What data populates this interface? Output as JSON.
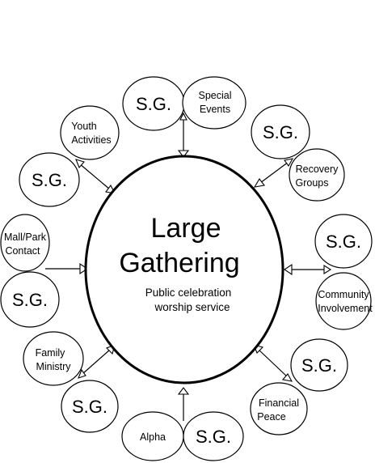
{
  "center": {
    "title_line1": "Large",
    "title_line2": "Gathering",
    "subtitle_line1": "Public celebration",
    "subtitle_line2": "worship service"
  },
  "small_group_label": "S.G.",
  "ministries": {
    "special_events": [
      "Special",
      "Events"
    ],
    "recovery_groups": [
      "Recovery",
      "Groups"
    ],
    "community_involvement": [
      "Community",
      "Involvement"
    ],
    "financial_peace": [
      "Financial",
      "Peace"
    ],
    "alpha": [
      "Alpha"
    ],
    "family_ministry": [
      "Family",
      "Ministry"
    ],
    "mall_park_contact": [
      "Mall/Park",
      "Contact"
    ],
    "youth_activities": [
      "Youth",
      "Activities"
    ]
  }
}
